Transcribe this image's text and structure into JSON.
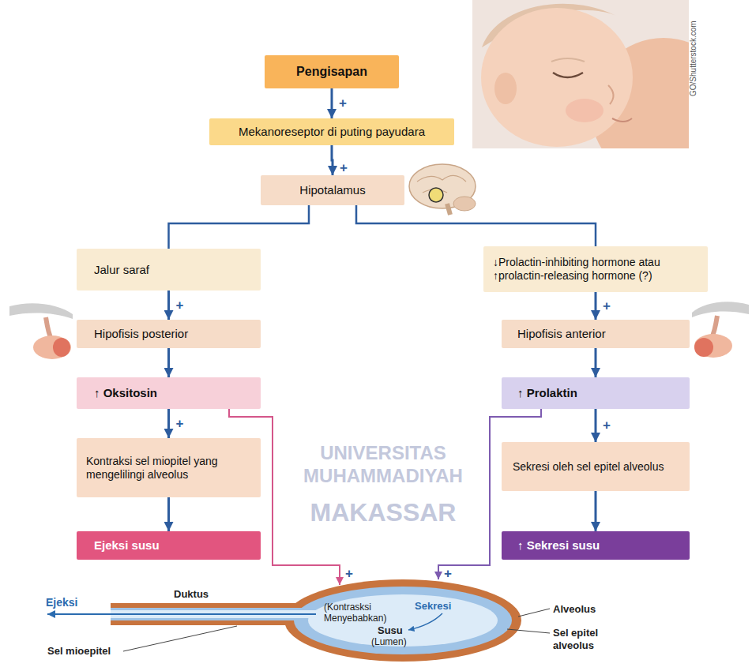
{
  "diagram": {
    "nodes": [
      {
        "text": [
          "Pengisapan"
        ]
      },
      {
        "text": [
          "Mekanoreseptor di puting payudara"
        ]
      },
      {
        "text": [
          "Hipotalamus"
        ]
      },
      {
        "text": [
          "Jalur saraf"
        ]
      },
      {
        "text": [
          "↓Prolactin-inhibiting hormone atau ↑prolactin-releasing hormone (?)"
        ]
      },
      {
        "text": [
          "Hipofisis posterior"
        ]
      },
      {
        "text": [
          "Hipofisis anterior"
        ]
      },
      {
        "text": [
          "↑ Oksitosin"
        ]
      },
      {
        "text": [
          "↑ Prolaktin"
        ]
      },
      {
        "text": [
          "Kontraksi sel miopitel yang mengelilingi alveolus"
        ]
      },
      {
        "text": [
          "Sekresi oleh sel epitel alveolus"
        ]
      },
      {
        "text": [
          "Ejeksi susu"
        ]
      },
      {
        "text": [
          "↑ Sekresi susu"
        ]
      }
    ],
    "edges": [
      {
        "from": 0,
        "to": 1,
        "arrow": "to",
        "label": "+"
      },
      {
        "from": 1,
        "to": 2,
        "arrow": "to",
        "label": "+"
      },
      {
        "from": 2,
        "to": 3,
        "arrow": "none"
      },
      {
        "from": 2,
        "to": 4,
        "arrow": "none"
      },
      {
        "from": 3,
        "to": 5,
        "arrow": "to",
        "label": "+"
      },
      {
        "from": 4,
        "to": 6,
        "arrow": "to",
        "label": "+"
      },
      {
        "from": 5,
        "to": 7,
        "arrow": "to"
      },
      {
        "from": 6,
        "to": 8,
        "arrow": "to"
      },
      {
        "from": 7,
        "to": 9,
        "arrow": "to",
        "label": "+"
      },
      {
        "from": 8,
        "to": 10,
        "arrow": "to",
        "label": "+"
      },
      {
        "from": 9,
        "to": 11,
        "arrow": "to"
      },
      {
        "from": 10,
        "to": 12,
        "arrow": "to"
      }
    ],
    "labels": [
      "GO/Shutterstock.com",
      "UNIVERSITAS MUHAMMADIYAH",
      "MAKASSAR",
      "+",
      "+",
      "Ejeksi",
      "Duktus",
      "Sel mioepitel",
      "(Kontrasksi Menyebabkan)",
      "Sekresi",
      "Susu",
      "(Lumen)",
      "Alveolus",
      "Sel epitel alveolus"
    ]
  }
}
